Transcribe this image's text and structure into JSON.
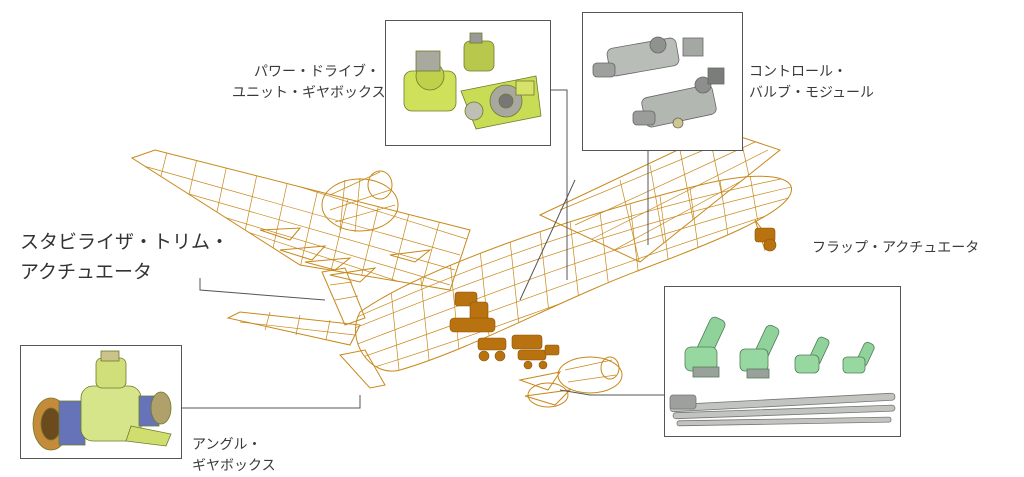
{
  "labels": {
    "power_drive": [
      "パワー・ドライブ・",
      "ユニット・ギヤボックス"
    ],
    "control_valve": [
      "コントロール・",
      "バルブ・モジュール"
    ],
    "stabilizer_trim": [
      "スタビライザ・トリム・",
      "アクチュエータ"
    ],
    "flap_actuator": [
      "フラップ・アクチュエータ"
    ],
    "angle_gearbox": [
      "アングル・",
      "ギヤボックス"
    ]
  },
  "colors": {
    "wireframe": "#c8881a",
    "actuator_part": "#b8720f",
    "leader_line": "#555555",
    "part_yellow_green": "#cfe05a",
    "part_green": "#8fd39a",
    "part_silver": "#b9bdb8"
  }
}
